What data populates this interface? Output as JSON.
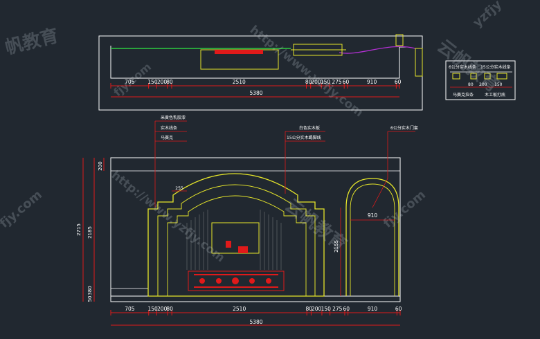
{
  "colors": {
    "background": "#212830",
    "outline": "#ffffff",
    "dimension": "#e01a1a",
    "accent_yellow": "#e6e62a",
    "accent_green": "#2ecc40",
    "accent_magenta": "#b030d0",
    "leader": "#e01a1a",
    "watermark": "#cfd6e0"
  },
  "plan_view": {
    "dimensions": [
      "705",
      "150",
      "200",
      "80",
      "2510",
      "80",
      "200",
      "150",
      "275",
      "60",
      "910",
      "60"
    ],
    "total": "5380"
  },
  "elevation_view": {
    "dimensions": [
      "705",
      "150",
      "200",
      "80",
      "2510",
      "80",
      "200",
      "150",
      "275",
      "60",
      "910",
      "60"
    ],
    "total": "5380",
    "left_dims": {
      "top": "200",
      "overall": "2715",
      "middle": "2185",
      "bottom_a": "50",
      "bottom_b": "380"
    },
    "arch_door_height": "2155",
    "arch_door_width": "910",
    "small_dim": "255"
  },
  "callouts": {
    "marble": "米黄色乳胶漆",
    "wood_strip": "实木线条",
    "mosaic": "马赛克",
    "white_panel": "白色实木板",
    "kicker": "15公分实木踢脚线",
    "door_frame": "6公分实木门套"
  },
  "detail_legend": {
    "label_left": "6公分实木线条",
    "label_right": "15公分实木线条",
    "dims": [
      "80",
      "200",
      "150"
    ],
    "caption_left": "马赛克拉条",
    "caption_right": "木工板打底"
  },
  "watermarks": {
    "url": "http://www.yzfjy.com",
    "school": "云帆教育",
    "school_short": "帆教育",
    "domain_short": "fjy.com",
    "brand": "yzfjy"
  }
}
